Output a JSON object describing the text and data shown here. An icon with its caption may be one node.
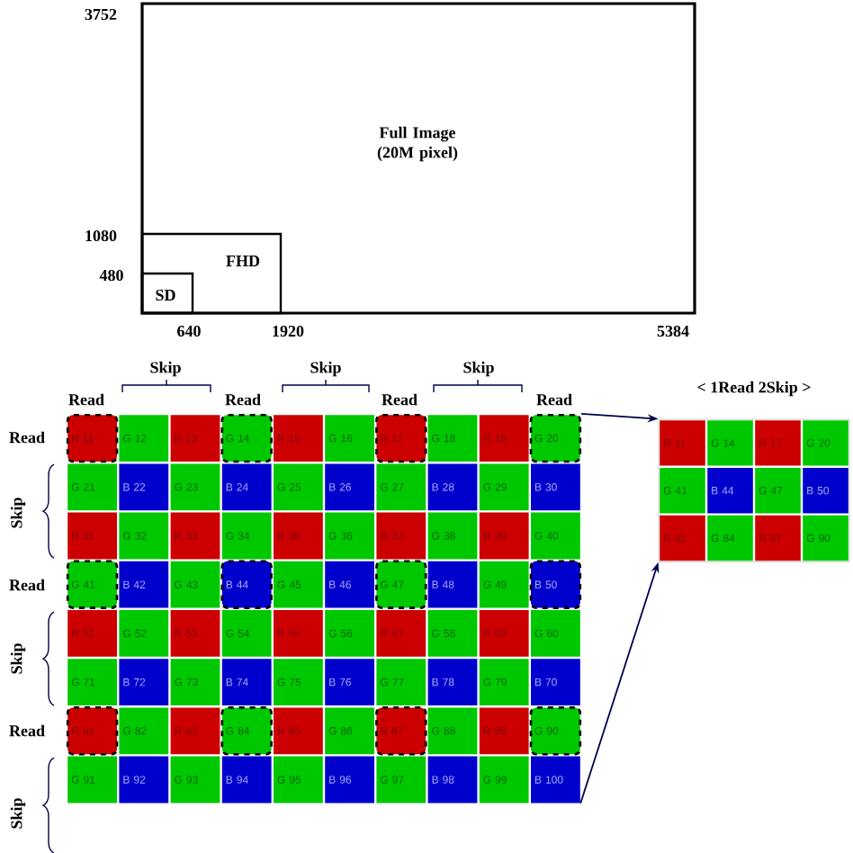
{
  "diagram": {
    "nodes": [
      {
        "text": [
          "Full Image (20M pixel)"
        ]
      },
      {
        "text": [
          "FHD"
        ],
        "in": 0
      },
      {
        "text": [
          "SD"
        ],
        "in": 1
      },
      {
        "text": [
          "R 11"
        ]
      },
      {
        "text": [
          "G 12"
        ]
      },
      {
        "text": [
          "R 13"
        ]
      },
      {
        "text": [
          "G 14"
        ]
      },
      {
        "text": [
          "R 15"
        ]
      },
      {
        "text": [
          "G 16"
        ]
      },
      {
        "text": [
          "R 17"
        ]
      },
      {
        "text": [
          "G 18"
        ]
      },
      {
        "text": [
          "R 19"
        ]
      },
      {
        "text": [
          "G 20"
        ]
      },
      {
        "text": [
          "G 21"
        ]
      },
      {
        "text": [
          "B 22"
        ]
      },
      {
        "text": [
          "G 23"
        ]
      },
      {
        "text": [
          "B 24"
        ]
      },
      {
        "text": [
          "G 25"
        ]
      },
      {
        "text": [
          "B 26"
        ]
      },
      {
        "text": [
          "G 27"
        ]
      },
      {
        "text": [
          "B 28"
        ]
      },
      {
        "text": [
          "G 29"
        ]
      },
      {
        "text": [
          "B 30"
        ]
      },
      {
        "text": [
          "R 31"
        ]
      },
      {
        "text": [
          "G 32"
        ]
      },
      {
        "text": [
          "R 33"
        ]
      },
      {
        "text": [
          "G 34"
        ]
      },
      {
        "text": [
          "R 35"
        ]
      },
      {
        "text": [
          "G 36"
        ]
      },
      {
        "text": [
          "R 37"
        ]
      },
      {
        "text": [
          "G 38"
        ]
      },
      {
        "text": [
          "R 39"
        ]
      },
      {
        "text": [
          "G 40"
        ]
      },
      {
        "text": [
          "G 41"
        ]
      },
      {
        "text": [
          "B 42"
        ]
      },
      {
        "text": [
          "G 43"
        ]
      },
      {
        "text": [
          "B 44"
        ]
      },
      {
        "text": [
          "G 45"
        ]
      },
      {
        "text": [
          "B 46"
        ]
      },
      {
        "text": [
          "G 47"
        ]
      },
      {
        "text": [
          "B 48"
        ]
      },
      {
        "text": [
          "G 49"
        ]
      },
      {
        "text": [
          "B 50"
        ]
      },
      {
        "text": [
          "R 51"
        ]
      },
      {
        "text": [
          "G 52"
        ]
      },
      {
        "text": [
          "R 53"
        ]
      },
      {
        "text": [
          "G 54"
        ]
      },
      {
        "text": [
          "R 55"
        ]
      },
      {
        "text": [
          "G 56"
        ]
      },
      {
        "text": [
          "R 57"
        ]
      },
      {
        "text": [
          "G 58"
        ]
      },
      {
        "text": [
          "R 59"
        ]
      },
      {
        "text": [
          "G 60"
        ]
      },
      {
        "text": [
          "G 71"
        ]
      },
      {
        "text": [
          "B 72"
        ]
      },
      {
        "text": [
          "G 73"
        ]
      },
      {
        "text": [
          "B 74"
        ]
      },
      {
        "text": [
          "G 75"
        ]
      },
      {
        "text": [
          "B 76"
        ]
      },
      {
        "text": [
          "G 77"
        ]
      },
      {
        "text": [
          "B 78"
        ]
      },
      {
        "text": [
          "G 79"
        ]
      },
      {
        "text": [
          "B 70"
        ]
      },
      {
        "text": [
          "R 81"
        ]
      },
      {
        "text": [
          "G 82"
        ]
      },
      {
        "text": [
          "R 83"
        ]
      },
      {
        "text": [
          "G 84"
        ]
      },
      {
        "text": [
          "R 85"
        ]
      },
      {
        "text": [
          "G 86"
        ]
      },
      {
        "text": [
          "R 87"
        ]
      },
      {
        "text": [
          "G 88"
        ]
      },
      {
        "text": [
          "R 89"
        ]
      },
      {
        "text": [
          "G 90"
        ]
      },
      {
        "text": [
          "G 91"
        ]
      },
      {
        "text": [
          "B 92"
        ]
      },
      {
        "text": [
          "G 93"
        ]
      },
      {
        "text": [
          "B 94"
        ]
      },
      {
        "text": [
          "G 95"
        ]
      },
      {
        "text": [
          "B 96"
        ]
      },
      {
        "text": [
          "G 97"
        ]
      },
      {
        "text": [
          "B 98"
        ]
      },
      {
        "text": [
          "G 99"
        ]
      },
      {
        "text": [
          "B 100"
        ]
      },
      {
        "text": [],
        "shape": "box",
        "beside": [
          "< 1Read 2Skip >"
        ]
      },
      {
        "text": [
          "R 11"
        ],
        "in": 83
      },
      {
        "text": [
          "G 14"
        ],
        "in": 83
      },
      {
        "text": [
          "R 17"
        ],
        "in": 83
      },
      {
        "text": [
          "G 20"
        ],
        "in": 83
      },
      {
        "text": [
          "G 41"
        ],
        "in": 83
      },
      {
        "text": [
          "B 44"
        ],
        "in": 83
      },
      {
        "text": [
          "G 47"
        ],
        "in": 83
      },
      {
        "text": [
          "B 50"
        ],
        "in": 83
      },
      {
        "text": [
          "R 81"
        ],
        "in": 83
      },
      {
        "text": [
          "G 84"
        ],
        "in": 83
      },
      {
        "text": [
          "R 87"
        ],
        "in": 83
      },
      {
        "text": [
          "G 90"
        ],
        "in": 83
      }
    ],
    "edges": [
      {
        "from": 12,
        "to": 83,
        "arrow": "to"
      },
      {
        "from": 82,
        "to": 83,
        "arrow": "to"
      }
    ],
    "labels": [
      "3752",
      "1080",
      "480",
      "640",
      "1920",
      "5384",
      "Skip",
      "Skip",
      "Skip",
      "Read",
      "Read",
      "Read",
      "Read",
      "Read",
      "Skip",
      "Read",
      "Skip",
      "Read",
      "Skip"
    ]
  }
}
